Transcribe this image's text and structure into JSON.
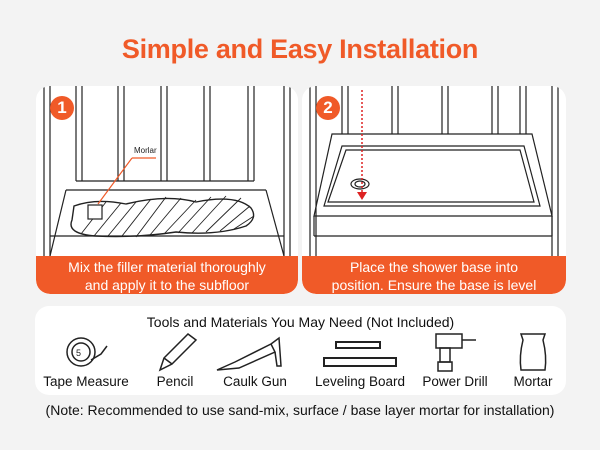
{
  "title": "Simple and Easy Installation",
  "steps": [
    {
      "number": "1",
      "callout": "Morlar",
      "line1": "Mix the filler material thoroughly",
      "line2": "and apply it to the subfloor"
    },
    {
      "number": "2",
      "line1": "Place the shower base into",
      "line2": "position. Ensure the base is level"
    }
  ],
  "tools": {
    "title": "Tools and Materials You May Need (Not Included)",
    "items": [
      "Tape Measure",
      "Pencil",
      "Caulk Gun",
      "Leveling Board",
      "Power Drill",
      "Mortar"
    ]
  },
  "note": "(Note: Recommended to use sand-mix, surface / base layer mortar for installation)",
  "colors": {
    "accent": "#f05a28",
    "background": "#f3f3f3"
  }
}
